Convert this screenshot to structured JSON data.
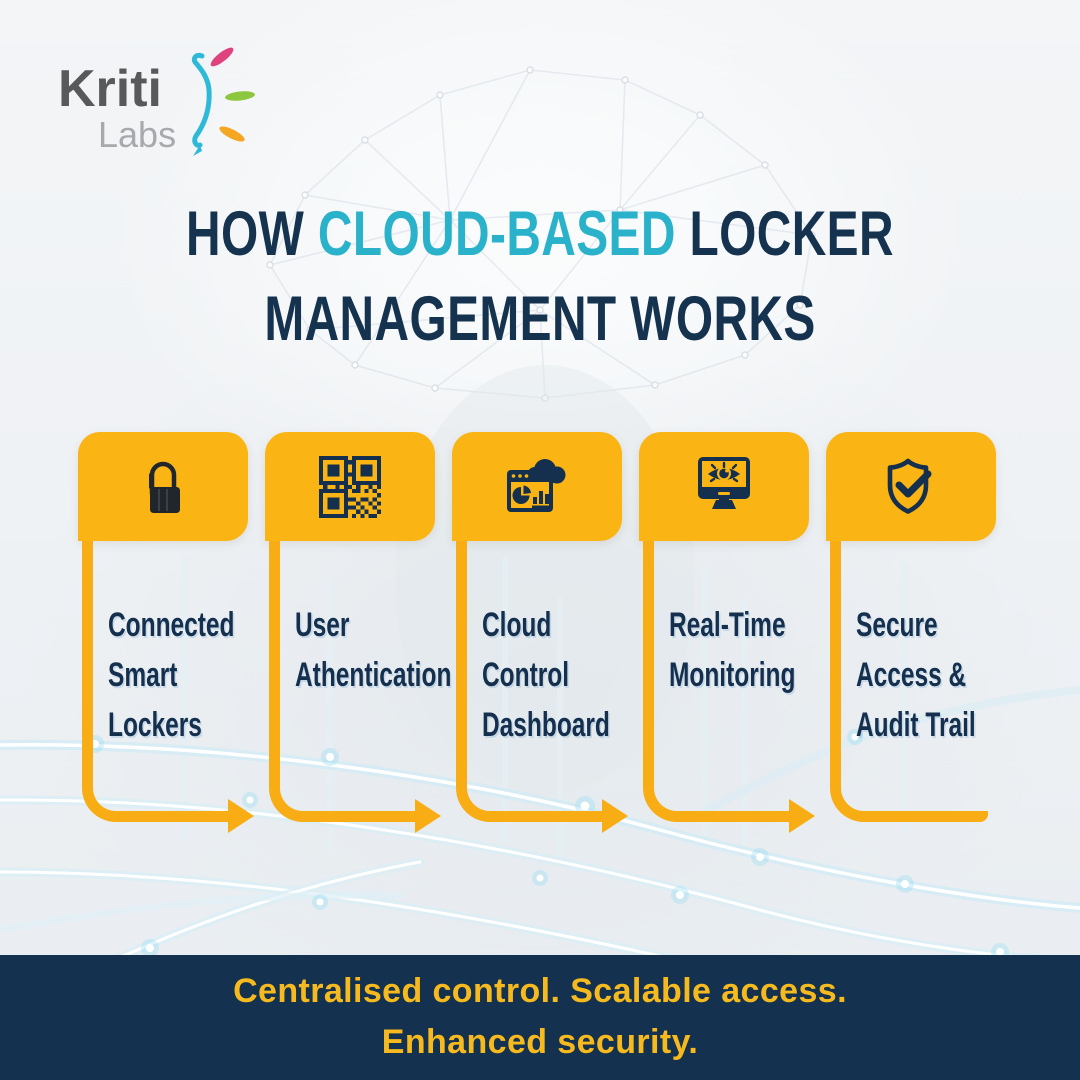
{
  "logo": {
    "name": "Kriti",
    "sub": "Labs"
  },
  "title": {
    "line1_pre": "HOW ",
    "line1_highlight": "CLOUD-BASED",
    "line1_post": " LOCKER",
    "line2": "MANAGEMENT WORKS"
  },
  "steps": [
    {
      "icon": "padlock-icon",
      "line1": "Connected",
      "line2": "Smart",
      "line3": "Lockers"
    },
    {
      "icon": "qr-code-icon",
      "line1": "User",
      "line2": "Athentication",
      "line3": ""
    },
    {
      "icon": "cloud-dashboard-icon",
      "line1": "Cloud",
      "line2": "Control",
      "line3": "Dashboard"
    },
    {
      "icon": "monitor-eye-icon",
      "line1": "Real-Time",
      "line2": "Monitoring",
      "line3": ""
    },
    {
      "icon": "shield-check-icon",
      "line1": "Secure",
      "line2": "Access &",
      "line3": "Audit Trail"
    }
  ],
  "footer": {
    "line1": "Centralised control. Scalable access.",
    "line2": "Enhanced security."
  },
  "colors": {
    "card_yellow": "#FAB414",
    "arrow_yellow": "#F7AD13",
    "navy": "#15334F",
    "cyan_highlight": "#2BB2CB",
    "footer_bg": "#14324F",
    "footer_text": "#F6BA1E",
    "logo_gray": "#58595B",
    "logo_light_gray": "#A7A9AC"
  }
}
